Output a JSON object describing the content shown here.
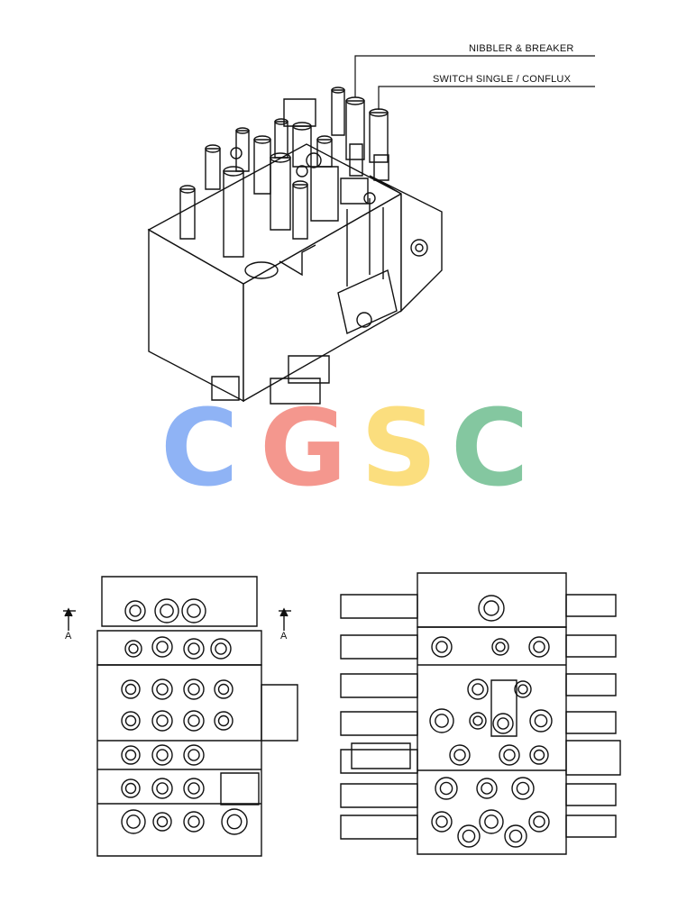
{
  "callouts": {
    "nibbler": "NIBBLER & BREAKER",
    "switch": "SWITCH SINGLE / CONFLUX"
  },
  "section_marks": {
    "left": "A",
    "right": "A"
  },
  "watermark": {
    "letters": [
      {
        "char": "C",
        "color": "#8fb3f5"
      },
      {
        "char": "G",
        "color": "#f4978e"
      },
      {
        "char": "S",
        "color": "#fbde7e"
      },
      {
        "char": "C",
        "color": "#84c7a0"
      }
    ]
  }
}
